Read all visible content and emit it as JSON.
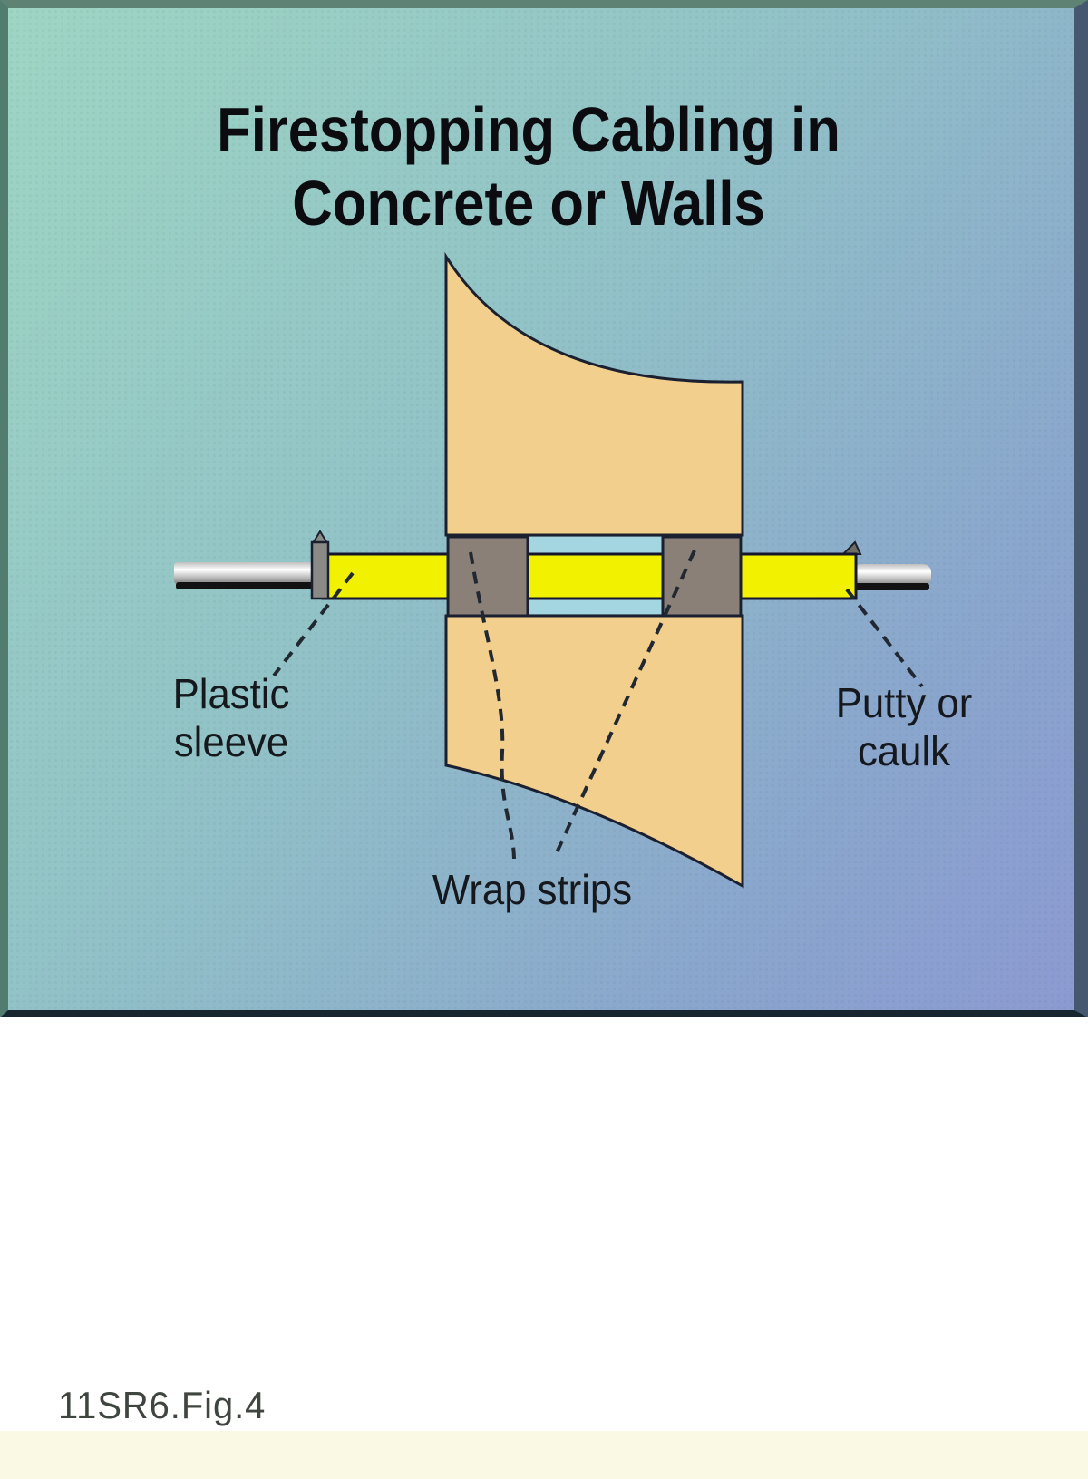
{
  "diagram": {
    "title": "Firestopping Cabling in\nConcrete or Walls",
    "labels": {
      "plastic_sleeve": "Plastic\nsleeve",
      "putty_caulk": "Putty or\ncaulk",
      "wrap_strips": "Wrap strips"
    },
    "colors": {
      "wall_tan": "#f3cf8d",
      "sleeve_yellow": "#f2f200",
      "wrap_strip_gray": "#8a8078",
      "opening_blue": "#a4d6e2",
      "outline_dark": "#1b2030",
      "background_top_left": "#9ed5c3",
      "background_bottom_right": "#8c9ad2",
      "bottom_strip_cream": "#fafae4"
    }
  },
  "caption": {
    "text": "11SR6.Fig.4"
  }
}
